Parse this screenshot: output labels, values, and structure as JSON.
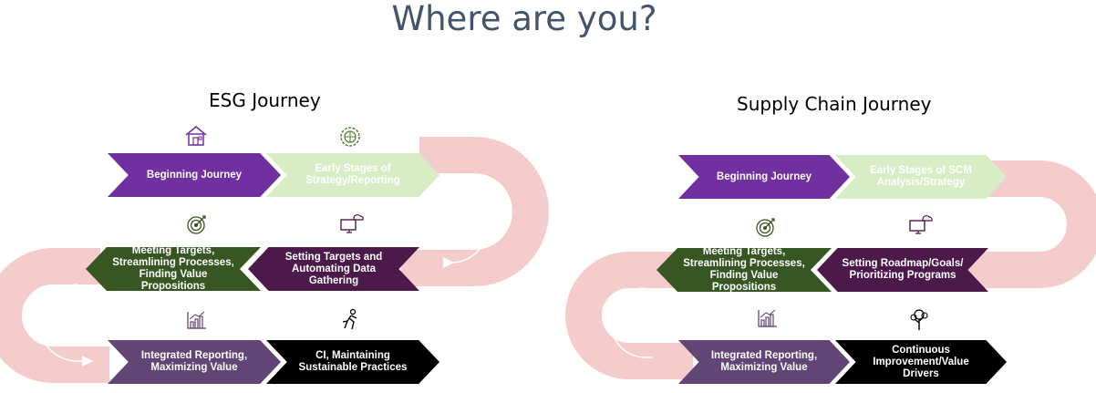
{
  "title": "Where are you?",
  "journeys": [
    {
      "title": "ESG Journey",
      "steps": [
        {
          "label": "Beginning Journey",
          "icon": "house-icon",
          "color": "#7030a0"
        },
        {
          "label": "Early Stages of Strategy/Reporting",
          "icon": "gear-globe-icon",
          "color": "#d8ecc6"
        },
        {
          "label": "Setting Targets and Automating Data Gathering",
          "icon": "monitor-cloud-icon",
          "color": "#4b1a4a"
        },
        {
          "label": "Meeting Targets, Streamlining Processes, Finding Value Propositions",
          "icon": "target-icon",
          "color": "#375623"
        },
        {
          "label": "Integrated Reporting, Maximizing Value",
          "icon": "growth-chart-icon",
          "color": "#614575"
        },
        {
          "label": "CI, Maintaining Sustainable Practices",
          "icon": "runner-icon",
          "color": "#000000"
        }
      ]
    },
    {
      "title": "Supply Chain Journey",
      "steps": [
        {
          "label": "Beginning Journey",
          "icon": "",
          "color": "#7030a0"
        },
        {
          "label": "Early Stages of SCM Analysis/Strategy",
          "icon": "",
          "color": "#d8ecc6"
        },
        {
          "label": "Setting Roadmap/Goals/ Prioritizing Programs",
          "icon": "monitor-cloud-icon",
          "color": "#4b1a4a"
        },
        {
          "label": "Meeting Targets, Streamlining Processes, Finding Value Propositions",
          "icon": "target-icon",
          "color": "#375623"
        },
        {
          "label": "Integrated Reporting, Maximizing Value",
          "icon": "growth-chart-icon",
          "color": "#614575"
        },
        {
          "label": "Continuous Improvement/Value Drivers",
          "icon": "tree-icon",
          "color": "#000000"
        }
      ]
    }
  ],
  "colors": {
    "title": "#44546a",
    "track": "#f4cccc"
  }
}
